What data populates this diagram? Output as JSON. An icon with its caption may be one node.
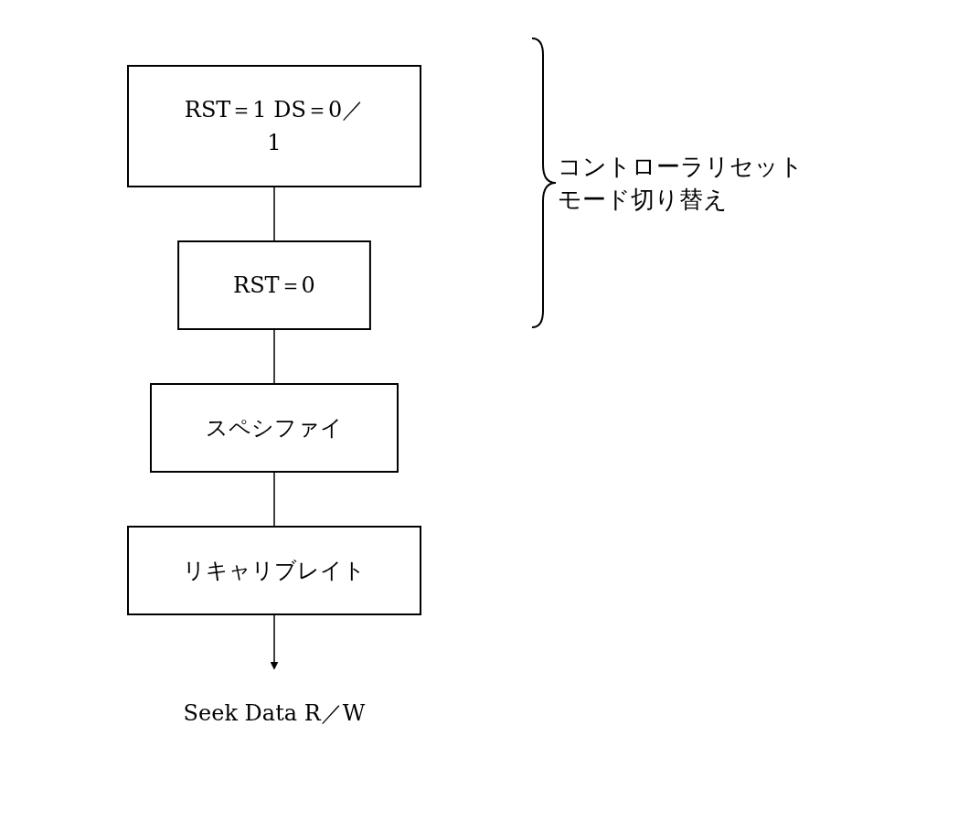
{
  "diagram": {
    "nodes": [
      {
        "text": [
          "RST＝1 DS＝0／1"
        ]
      },
      {
        "text": [
          "RST＝0"
        ]
      },
      {
        "text": [
          "スペシファイ"
        ]
      },
      {
        "text": [
          "リキャリブレイト"
        ]
      },
      {
        "text": [
          "Seek Data R／W"
        ]
      }
    ],
    "edges": [
      {
        "from": 0,
        "to": 1,
        "arrow": "none"
      },
      {
        "from": 1,
        "to": 2,
        "arrow": "none"
      },
      {
        "from": 2,
        "to": 3,
        "arrow": "none"
      },
      {
        "from": 3,
        "to": 4,
        "arrow": "to"
      }
    ],
    "labels": [
      "コントローラリセットモード切り替え"
    ]
  }
}
